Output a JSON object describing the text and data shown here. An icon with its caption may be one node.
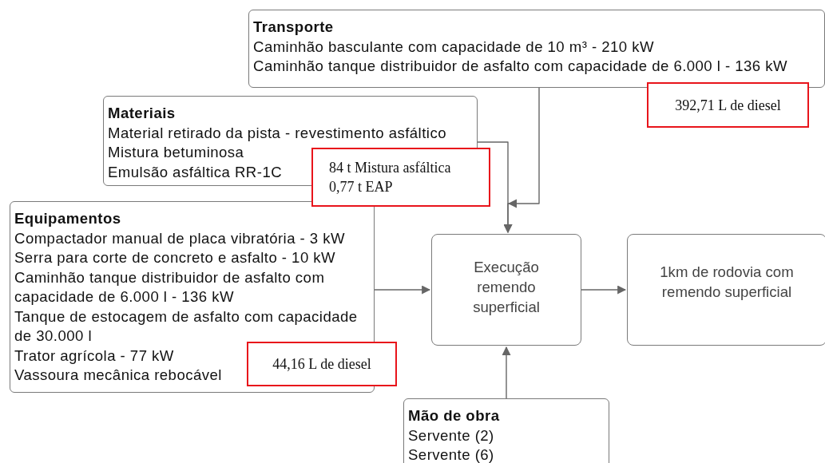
{
  "diagram": {
    "nodes": [
      {
        "text": [
          "Transporte",
          "Caminhão basculante com capacidade de 10 m³ - 210 kW",
          "Caminhão tanque distribuidor de asfalto com capacidade de 6.000 l - 136 kW"
        ]
      },
      {
        "text": [
          "392,71 L de diesel"
        ]
      },
      {
        "text": [
          "Materiais",
          "Material retirado da pista - revestimento asfáltico",
          "Mistura betuminosa",
          "Emulsão asfáltica RR-1C"
        ]
      },
      {
        "text": [
          "84 t Mistura asfáltica",
          "0,77 t EAP"
        ]
      },
      {
        "text": [
          "Equipamentos",
          "Compactador manual de placa vibratória - 3 kW",
          "Serra para corte de concreto e asfalto - 10 kW",
          "Caminhão tanque distribuidor de asfalto com capacidade de 6.000 l - 136 kW",
          "Tanque de estocagem de asfalto com capacidade de 30.000 l",
          "Trator agrícola - 77 kW",
          "Vassoura mecânica rebocável"
        ]
      },
      {
        "text": [
          "Execução remendo superficial"
        ]
      },
      {
        "text": [
          "1km de rodovia com remendo superficial"
        ]
      },
      {
        "text": [
          "44,16 L de diesel"
        ]
      },
      {
        "text": [
          "Mão de obra",
          "Servente (2)",
          "Servente (6)"
        ]
      }
    ],
    "edges": [
      {
        "from": 0,
        "to": 5,
        "arrow": "to"
      },
      {
        "from": 2,
        "to": 5,
        "arrow": "to"
      },
      {
        "from": 4,
        "to": 5,
        "arrow": "to"
      },
      {
        "from": 8,
        "to": 5,
        "arrow": "to"
      },
      {
        "from": 5,
        "to": 6,
        "arrow": "to"
      }
    ]
  }
}
